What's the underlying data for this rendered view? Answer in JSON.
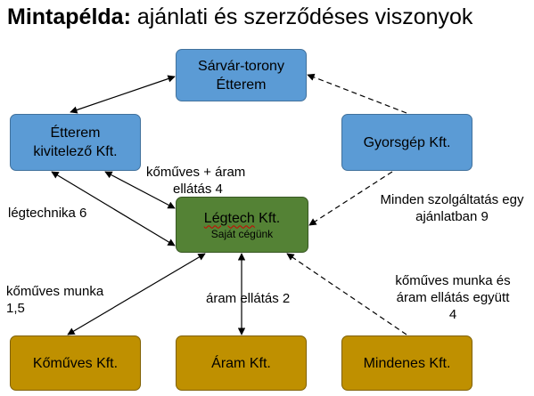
{
  "title": {
    "bold": "Mintapélda:",
    "rest": " ajánlati és szerződéses viszonyok"
  },
  "nodes": {
    "sarvar": {
      "line1": "Sárvár-torony",
      "line2": "Étterem"
    },
    "etterem": {
      "line1": "Étterem",
      "line2": "kivitelező Kft."
    },
    "gyorsgep": {
      "line1": "Gyorsgép Kft."
    },
    "legtech": {
      "word1": "Légtech",
      "word2": " Kft.",
      "sub": "Saját cégünk"
    },
    "komuves": {
      "line1": "Kőműves Kft."
    },
    "aram": {
      "line1": "Áram Kft."
    },
    "mindenes": {
      "line1": "Mindenes Kft."
    }
  },
  "labels": {
    "komuves_aram": {
      "line1": "kőműves + áram",
      "line2": "ellátás 4"
    },
    "legtechnika": {
      "line1": "légtechnika 6"
    },
    "minden_szolg": {
      "line1": "Minden szolgáltatás egy",
      "line2": "ajánlatban 9"
    },
    "komuves_munka": {
      "line1": "kőműves munka",
      "line2": "1,5"
    },
    "aram_ellatas": {
      "line1": "áram ellátás 2"
    },
    "komuves_es_aram": {
      "line1": "kőműves munka és",
      "line2": "áram ellátás együtt",
      "line3": "4"
    }
  },
  "colors": {
    "blue_fill": "#5b9bd5",
    "green_fill": "#548235",
    "gold_fill": "#bf9000",
    "arrow": "#000000"
  }
}
